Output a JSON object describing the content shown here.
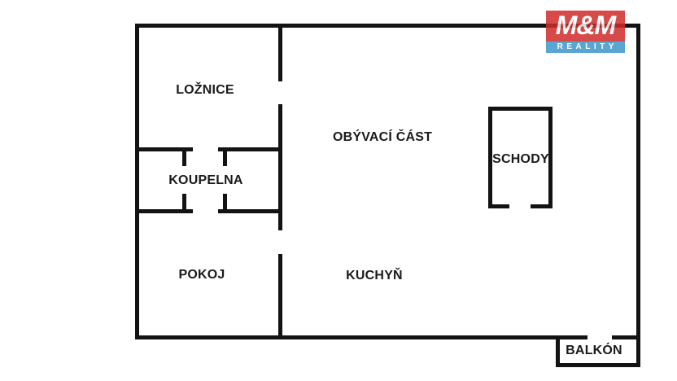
{
  "floorplan": {
    "type": "apartment-floor-plan",
    "rooms": {
      "loznice": "LOŽNICE",
      "koupelna": "KOUPELNA",
      "pokoj": "POKOJ",
      "obyvaci_cast": "OBÝVACÍ ČÁST",
      "schody": "SCHODY",
      "kuchyn": "KUCHYŇ",
      "balkon": "BALKÓN"
    }
  },
  "logo": {
    "brand": "M&M",
    "subtitle": "REALITY"
  },
  "colors": {
    "wall": "#131313",
    "background": "#ffffff",
    "label": "#1a1a1a",
    "logo_red": "#cf2b2b",
    "logo_blue": "#3f96cc",
    "logo_text": "#ffffff"
  }
}
